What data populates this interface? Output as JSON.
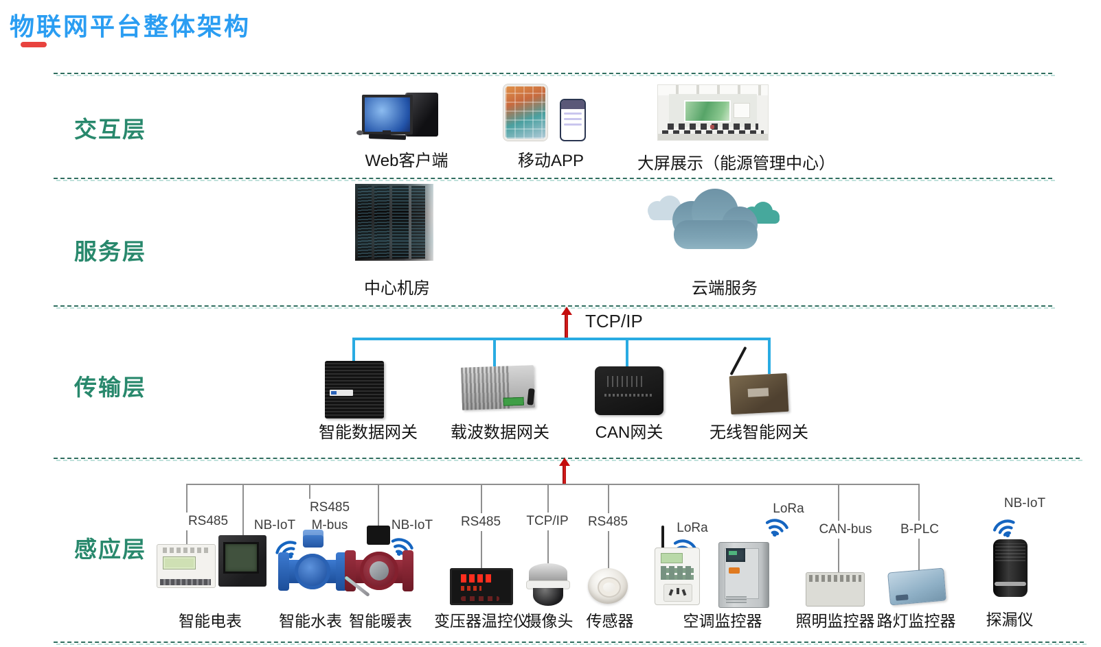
{
  "title": "物联网平台整体架构",
  "layers": {
    "interaction": {
      "name": "交互层",
      "items": [
        {
          "label": "Web客户端"
        },
        {
          "label": "移动APP"
        },
        {
          "label": "大屏展示（能源管理中心）"
        }
      ]
    },
    "service": {
      "name": "服务层",
      "items": [
        {
          "label": "中心机房"
        },
        {
          "label": "云端服务"
        }
      ]
    },
    "transport": {
      "name": "传输层",
      "uplink_protocol": "TCP/IP",
      "gateways": [
        {
          "label": "智能数据网关"
        },
        {
          "label": "载波数据网关"
        },
        {
          "label": "CAN网关"
        },
        {
          "label": "无线智能网关"
        }
      ]
    },
    "sensing": {
      "name": "感应层",
      "protocols": [
        {
          "label": "RS485"
        },
        {
          "label": "NB-IoT",
          "wireless": true
        },
        {
          "label": "RS485",
          "label2": "M-bus"
        },
        {
          "label": "NB-IoT",
          "wireless": true
        },
        {
          "label": "RS485"
        },
        {
          "label": "TCP/IP"
        },
        {
          "label": "RS485"
        },
        {
          "label": "LoRa",
          "wireless": true
        },
        {
          "label": "LoRa",
          "wireless": true
        },
        {
          "label": "CAN-bus"
        },
        {
          "label": "B-PLC"
        },
        {
          "label": "NB-IoT",
          "wireless": true
        }
      ],
      "devices": [
        {
          "label": "智能电表"
        },
        {
          "label": "智能水表"
        },
        {
          "label": "智能暖表"
        },
        {
          "label": "变压器温控仪"
        },
        {
          "label": "摄像头"
        },
        {
          "label": "传感器"
        },
        {
          "label": "空调监控器"
        },
        {
          "label": "照明监控器"
        },
        {
          "label": "路灯监控器"
        },
        {
          "label": "探漏仪"
        }
      ]
    }
  },
  "colors": {
    "title_blue": "#2a9df2",
    "accent_red": "#e8433e",
    "layer_green": "#28886c",
    "dashed_green": "#2f6e5f",
    "bus_blue": "#29abe2",
    "arrow_red": "#c40d0d",
    "wifi_blue": "#1565c0",
    "sensing_line_gray": "#8f8f8f"
  }
}
